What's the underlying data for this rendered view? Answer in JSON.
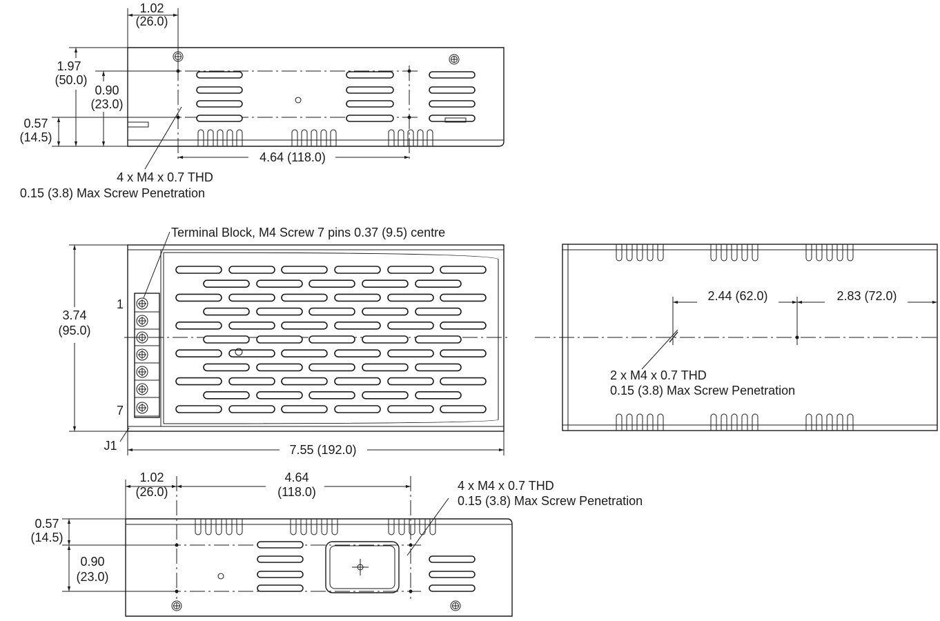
{
  "colors": {
    "line": "#1a1a1a",
    "background": "#ffffff"
  },
  "side_view_top": {
    "dim_width_in": "1.02",
    "dim_width_mm": "(26.0)",
    "dim_height_in": "1.97",
    "dim_height_mm": "(50.0)",
    "dim_hole_spacing_in": "0.90",
    "dim_hole_spacing_mm": "(23.0)",
    "dim_hole_offset_in": "0.57",
    "dim_hole_offset_mm": "(14.5)",
    "dim_hole_pitch": "4.64 (118.0)",
    "note_thread": "4 x M4 x 0.7 THD",
    "note_penetration": "0.15 (3.8) Max Screw Penetration"
  },
  "top_view": {
    "terminal_label": "Terminal Block, M4 Screw 7 pins 0.37 (9.5) centre",
    "pin_first": "1",
    "pin_last": "7",
    "connector": "J1",
    "dim_height_in": "3.74",
    "dim_height_mm": "(95.0)",
    "dim_length": "7.55 (192.0)"
  },
  "bottom_side_view": {
    "dim_left": "2.44 (62.0)",
    "dim_right": "2.83 (72.0)",
    "note_thread": "2 x M4 x 0.7 THD",
    "note_penetration": "0.15 (3.8) Max Screw Penetration"
  },
  "side_view_bottom": {
    "dim_width_in": "1.02",
    "dim_width_mm": "(26.0)",
    "dim_pitch_in": "4.64",
    "dim_pitch_mm": "(118.0)",
    "dim_hole_offset_in": "0.57",
    "dim_hole_offset_mm": "(14.5)",
    "dim_hole_spacing_in": "0.90",
    "dim_hole_spacing_mm": "(23.0)",
    "note_thread": "4 x M4 x 0.7 THD",
    "note_penetration": "0.15 (3.8) Max Screw Penetration"
  }
}
